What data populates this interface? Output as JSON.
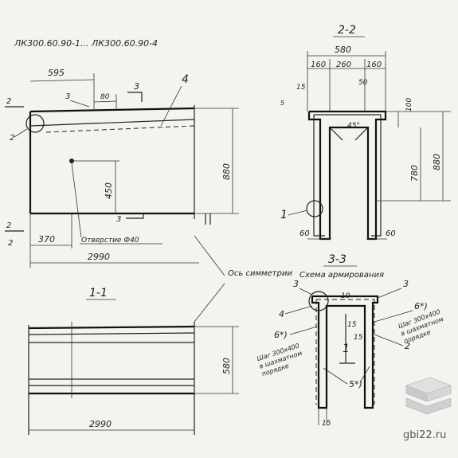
{
  "header": {
    "title": "ЛК300.60.90-1... ЛК300.60.90-4"
  },
  "elevation": {
    "dim_top": "595",
    "dim_80": "80",
    "dim_height": "880",
    "dim_450": "450",
    "dim_370": "370",
    "dim_length": "2990",
    "hole_label": "Отверстие Ф40",
    "markers": {
      "m2": "2",
      "m3": "3",
      "m4": "4"
    }
  },
  "axis_label": "Ось симметрии",
  "section_1_1": {
    "title": "1-1",
    "dim_height": "580",
    "dim_length": "2990"
  },
  "section_2_2": {
    "title": "2-2",
    "dim_width": "580",
    "dim_160a": "160",
    "dim_260": "260",
    "dim_160b": "160",
    "dim_50": "50",
    "dim_15": "15",
    "dim_5": "5",
    "dim_100": "100",
    "dim_780": "780",
    "dim_880": "880",
    "angle": "45°",
    "dim_60a": "60",
    "dim_60b": "60",
    "marker_1": "1"
  },
  "section_3_3": {
    "title": "3-3",
    "subtitle": "Схема армирования",
    "m3a": "3",
    "m3b": "3",
    "m4": "4",
    "m1": "1",
    "m2": "2",
    "m6a": "6*)",
    "m6b": "6*)",
    "m5": "5*)",
    "dim_10": "10",
    "dim_15a": "15",
    "dim_15b": "15",
    "note_left_1": "Шаг 300х400",
    "note_left_2": "в шахматном",
    "note_left_3": "порядке",
    "note_right_1": "Шаг 300х400",
    "note_right_2": "в шахматном",
    "note_right_3": "порядке"
  },
  "watermark": {
    "text": "gbi22.ru"
  },
  "colors": {
    "ink": "#222222",
    "paper": "#f4f3ef"
  }
}
